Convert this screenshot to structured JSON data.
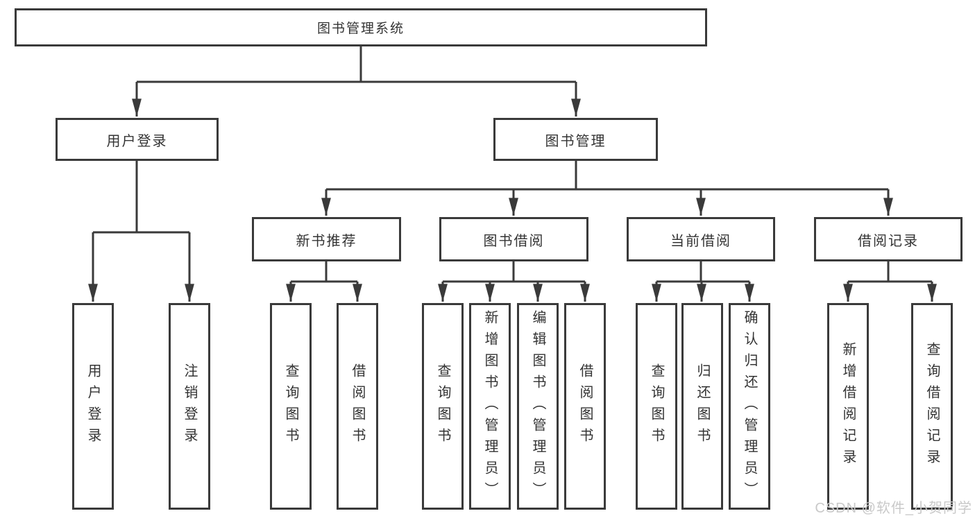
{
  "diagram_title": "图书管理系统",
  "tree": {
    "root": {
      "label": "图书管理系统"
    },
    "children": [
      {
        "label": "用户登录",
        "children": [
          {
            "label": "用户登录"
          },
          {
            "label": "注销登录"
          }
        ]
      },
      {
        "label": "图书管理",
        "children": [
          {
            "label": "新书推荐",
            "children": [
              {
                "label": "查询图书"
              },
              {
                "label": "借阅图书"
              }
            ]
          },
          {
            "label": "图书借阅",
            "children": [
              {
                "label": "查询图书"
              },
              {
                "label": "新增图书（管理员）"
              },
              {
                "label": "编辑图书（管理员）"
              },
              {
                "label": "借阅图书"
              }
            ]
          },
          {
            "label": "当前借阅",
            "children": [
              {
                "label": "查询图书"
              },
              {
                "label": "归还图书"
              },
              {
                "label": "确认归还（管理员）"
              }
            ]
          },
          {
            "label": "借阅记录",
            "children": [
              {
                "label": "新增借阅记录"
              },
              {
                "label": "查询借阅记录"
              }
            ]
          }
        ]
      }
    ]
  },
  "watermark": {
    "text": "CSDN @软件_小贺同学"
  },
  "colors": {
    "line": "#3a3a3a",
    "text": "#333333",
    "background": "#ffffff",
    "watermark": "#c9c9c9"
  }
}
